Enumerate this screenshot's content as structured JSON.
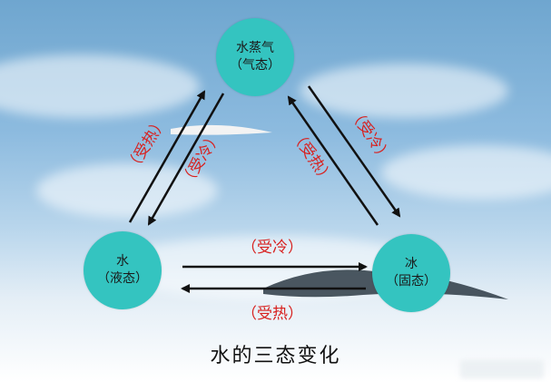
{
  "nodes": {
    "vapor": {
      "name": "水蒸气",
      "state": "（气态）"
    },
    "water": {
      "name": "水",
      "state": "（液态）"
    },
    "ice": {
      "name": "冰",
      "state": "（固态）"
    }
  },
  "labels": {
    "water_to_vapor": "（受热）",
    "vapor_to_water": "（受冷）",
    "vapor_to_ice": "（受冷）",
    "ice_to_vapor": "（受热）",
    "water_to_ice": "（受冷）",
    "ice_to_water": "（受热）"
  },
  "title": "水的三态变化",
  "colors": {
    "node": "#34c4c0",
    "label": "#d8211f",
    "arrow": "#111111"
  }
}
